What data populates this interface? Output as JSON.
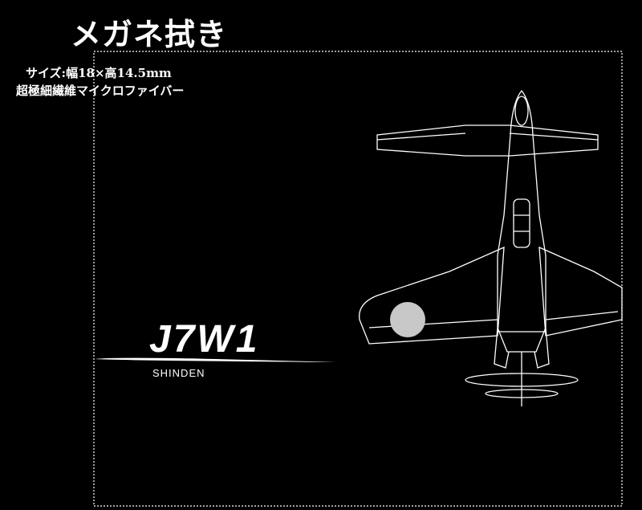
{
  "product": {
    "title": "メガネ拭き",
    "size_spec": "サイズ:幅18×高14.5mm",
    "material_spec": "超極細繊維マイクロファイバー"
  },
  "artwork": {
    "model": "J7W1",
    "name": "SHINDEN"
  },
  "colors": {
    "background": "#000000",
    "line": "#ffffff",
    "roundel": "#c8c8c8"
  }
}
